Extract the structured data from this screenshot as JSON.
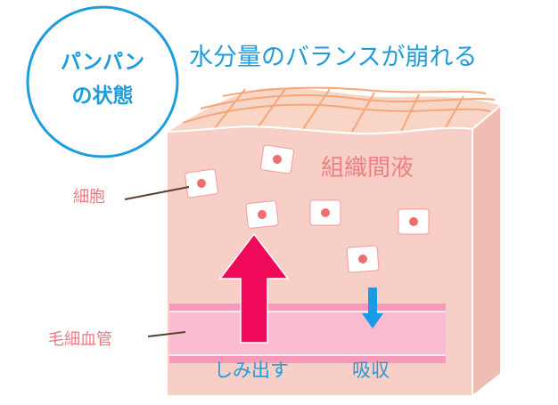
{
  "badge": {
    "line1": "パンパン",
    "line2": "の状態"
  },
  "title": "水分量のバランスが崩れる",
  "labels": {
    "interstitial_fluid": "組織間液",
    "cell": "細胞",
    "capillary": "毛細血管",
    "seep_out": "しみ出す",
    "absorb": "吸収"
  },
  "colors": {
    "accent": "#1d9ddc",
    "skin": "#f8cfc6",
    "arrow_out": "#f0095a",
    "arrow_in": "#1a9be3",
    "vessel": "#fbbcd2"
  }
}
